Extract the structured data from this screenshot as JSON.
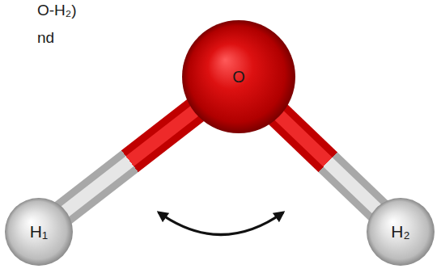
{
  "diagram": {
    "nodes": [
      {
        "text": [
          "O"
        ]
      },
      {
        "text": [
          "H₁"
        ]
      },
      {
        "text": [
          "H₂"
        ]
      }
    ],
    "edges": [
      {
        "from": 0,
        "to": 1,
        "arrow": "none"
      },
      {
        "from": 0,
        "to": 2,
        "arrow": "none"
      }
    ],
    "labels": [
      "O-H₂)",
      "nd"
    ]
  }
}
